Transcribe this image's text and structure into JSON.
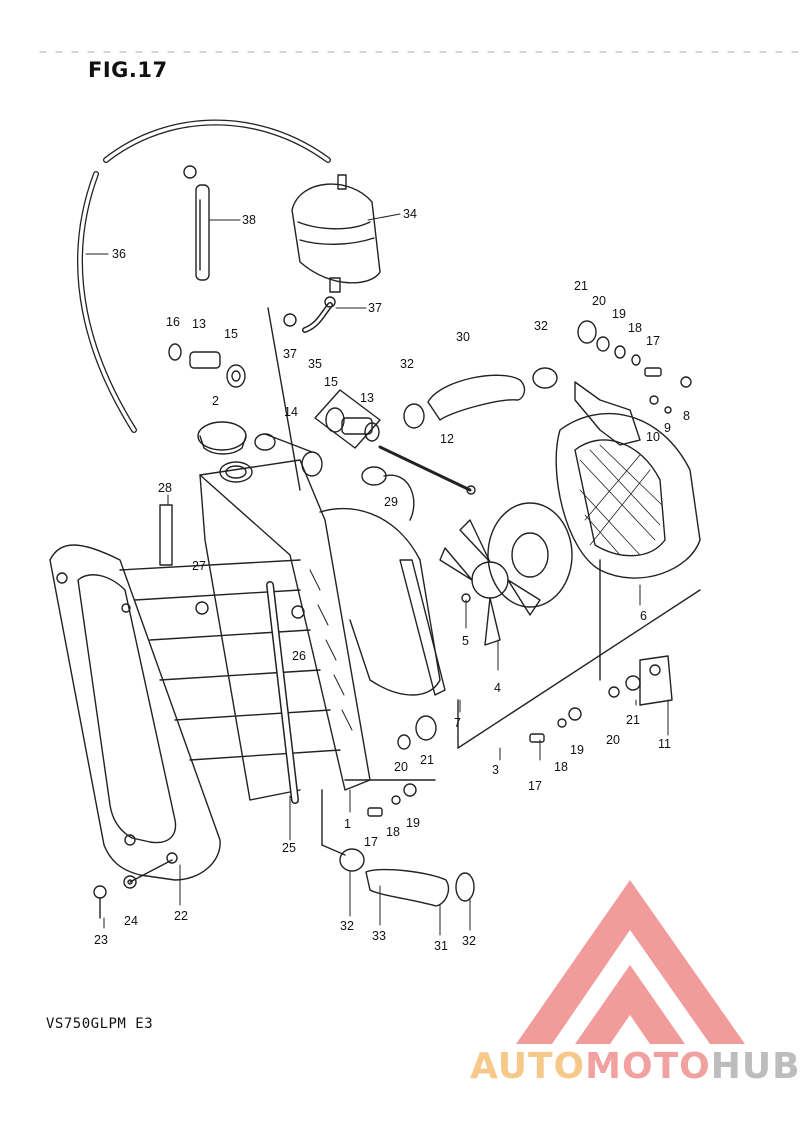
{
  "figure_title": "FIG.17",
  "model_code": "VS750GLPM E3",
  "watermark": {
    "part1": "AUTO",
    "part2": "MOTO",
    "part3": "HUB"
  },
  "callouts": [
    {
      "id": "c1",
      "label": "1"
    },
    {
      "id": "c2",
      "label": "2"
    },
    {
      "id": "c3",
      "label": "3"
    },
    {
      "id": "c4",
      "label": "4"
    },
    {
      "id": "c5",
      "label": "5"
    },
    {
      "id": "c6",
      "label": "6"
    },
    {
      "id": "c7",
      "label": "7"
    },
    {
      "id": "c8",
      "label": "8"
    },
    {
      "id": "c9",
      "label": "9"
    },
    {
      "id": "c10",
      "label": "10"
    },
    {
      "id": "c11",
      "label": "11"
    },
    {
      "id": "c12",
      "label": "12"
    },
    {
      "id": "c13a",
      "label": "13"
    },
    {
      "id": "c13b",
      "label": "13"
    },
    {
      "id": "c14",
      "label": "14"
    },
    {
      "id": "c15a",
      "label": "15"
    },
    {
      "id": "c15b",
      "label": "15"
    },
    {
      "id": "c16",
      "label": "16"
    },
    {
      "id": "c17a",
      "label": "17"
    },
    {
      "id": "c17b",
      "label": "17"
    },
    {
      "id": "c17c",
      "label": "17"
    },
    {
      "id": "c18a",
      "label": "18"
    },
    {
      "id": "c18b",
      "label": "18"
    },
    {
      "id": "c18c",
      "label": "18"
    },
    {
      "id": "c19a",
      "label": "19"
    },
    {
      "id": "c19b",
      "label": "19"
    },
    {
      "id": "c19c",
      "label": "19"
    },
    {
      "id": "c20a",
      "label": "20"
    },
    {
      "id": "c20b",
      "label": "20"
    },
    {
      "id": "c20c",
      "label": "20"
    },
    {
      "id": "c21a",
      "label": "21"
    },
    {
      "id": "c21b",
      "label": "21"
    },
    {
      "id": "c21c",
      "label": "21"
    },
    {
      "id": "c22",
      "label": "22"
    },
    {
      "id": "c23",
      "label": "23"
    },
    {
      "id": "c24",
      "label": "24"
    },
    {
      "id": "c25",
      "label": "25"
    },
    {
      "id": "c26",
      "label": "26"
    },
    {
      "id": "c27",
      "label": "27"
    },
    {
      "id": "c28",
      "label": "28"
    },
    {
      "id": "c29",
      "label": "29"
    },
    {
      "id": "c30",
      "label": "30"
    },
    {
      "id": "c31",
      "label": "31"
    },
    {
      "id": "c32a",
      "label": "32"
    },
    {
      "id": "c32b",
      "label": "32"
    },
    {
      "id": "c32c",
      "label": "32"
    },
    {
      "id": "c32d",
      "label": "32"
    },
    {
      "id": "c33",
      "label": "33"
    },
    {
      "id": "c34",
      "label": "34"
    },
    {
      "id": "c35",
      "label": "35"
    },
    {
      "id": "c36",
      "label": "36"
    },
    {
      "id": "c37a",
      "label": "37"
    },
    {
      "id": "c37b",
      "label": "37"
    },
    {
      "id": "c38",
      "label": "38"
    }
  ],
  "colors": {
    "line": "#222222",
    "watermark_red": "#f08a8a",
    "watermark_orange": "#f6c98b",
    "watermark_gray": "#bdbdbd"
  }
}
